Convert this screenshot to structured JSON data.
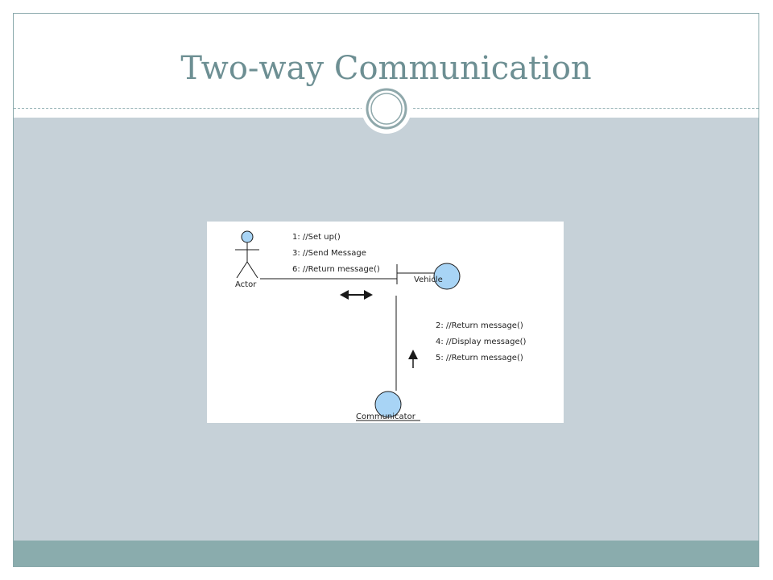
{
  "slide": {
    "title": "Two-way Communication",
    "colors": {
      "title": "#6d8f93",
      "body_background": "#c6d1d8",
      "footer": "#8aacad",
      "node_fill": "#a8d4f5",
      "node_stroke": "#1a1a1a"
    }
  },
  "diagram": {
    "nodes": {
      "actor": "Actor",
      "vehicle": "Vehicle",
      "communicator": "Communicator"
    },
    "messages_actor_vehicle": [
      "1: //Set up()",
      "3: //Send Message",
      "6: //Return message()"
    ],
    "messages_vehicle_communicator": [
      "2: //Return message()",
      "4: //Display message()",
      "5: //Return message()"
    ],
    "icons": {
      "actor": "stick-figure-icon",
      "vehicle": "circle-object-icon",
      "communicator": "circle-object-icon",
      "arrow_horizontal": "double-arrow-icon",
      "arrow_vertical": "up-arrow-icon"
    }
  }
}
